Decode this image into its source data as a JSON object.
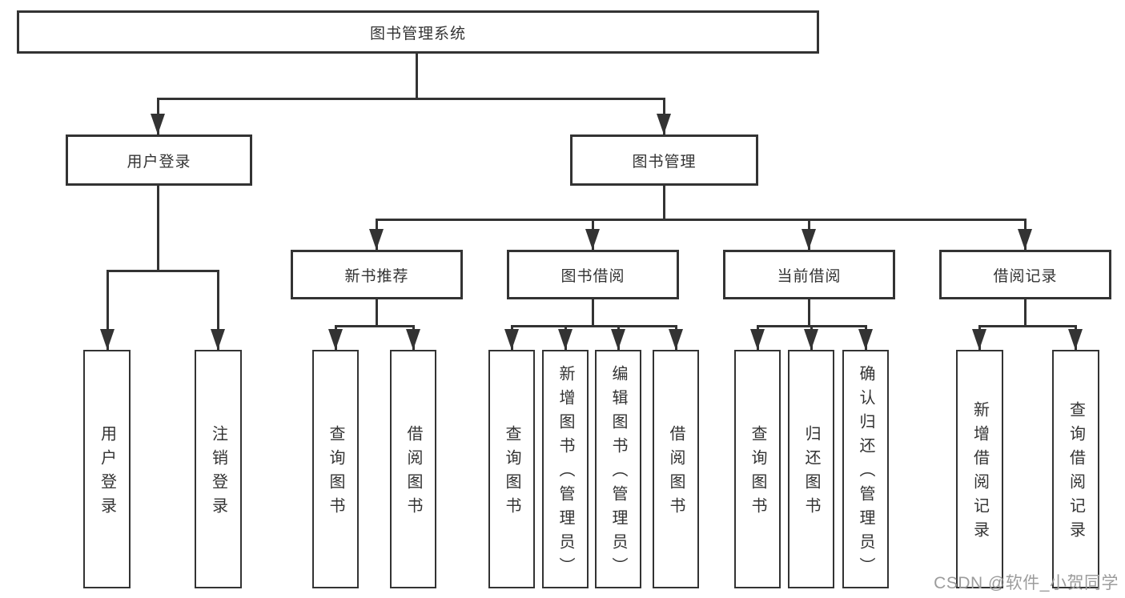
{
  "diagram": {
    "root": "图书管理系统",
    "level2": {
      "user_login": "用户登录",
      "book_management": "图书管理"
    },
    "level3": {
      "new_book_rec": "新书推荐",
      "book_borrow": "图书借阅",
      "current_borrow": "当前借阅",
      "borrow_records": "借阅记录"
    },
    "leaves": {
      "user_login_login": "用户登录",
      "user_login_logout": "注销登录",
      "new_book_query": "查询图书",
      "new_book_borrow": "借阅图书",
      "borrow_query": "查询图书",
      "borrow_add": "新增图书（管理员）",
      "borrow_edit": "编辑图书（管理员）",
      "borrow_borrow": "借阅图书",
      "current_query": "查询图书",
      "current_return": "归还图书",
      "current_confirm": "确认归还（管理员）",
      "records_add": "新增借阅记录",
      "records_query": "查询借阅记录"
    }
  },
  "watermark": "CSDN @软件_小贺同学",
  "colors": {
    "line": "#333333",
    "background": "#ffffff",
    "text": "#333333",
    "watermark": "#9c9c9c"
  }
}
